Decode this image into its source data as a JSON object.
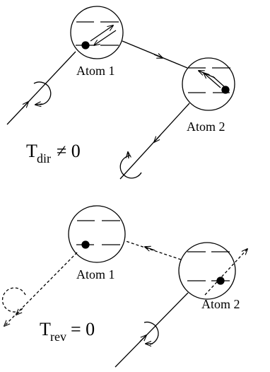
{
  "top": {
    "atom1_label": "Atom 1",
    "atom2_label": "Atom 2",
    "equation": {
      "main": "T",
      "sub": "dir",
      "relation": "≠ 0"
    }
  },
  "bottom": {
    "atom1_label": "Atom 1",
    "atom2_label": "Atom 2",
    "equation": {
      "main": "T",
      "sub": "rev",
      "relation": "= 0"
    }
  }
}
